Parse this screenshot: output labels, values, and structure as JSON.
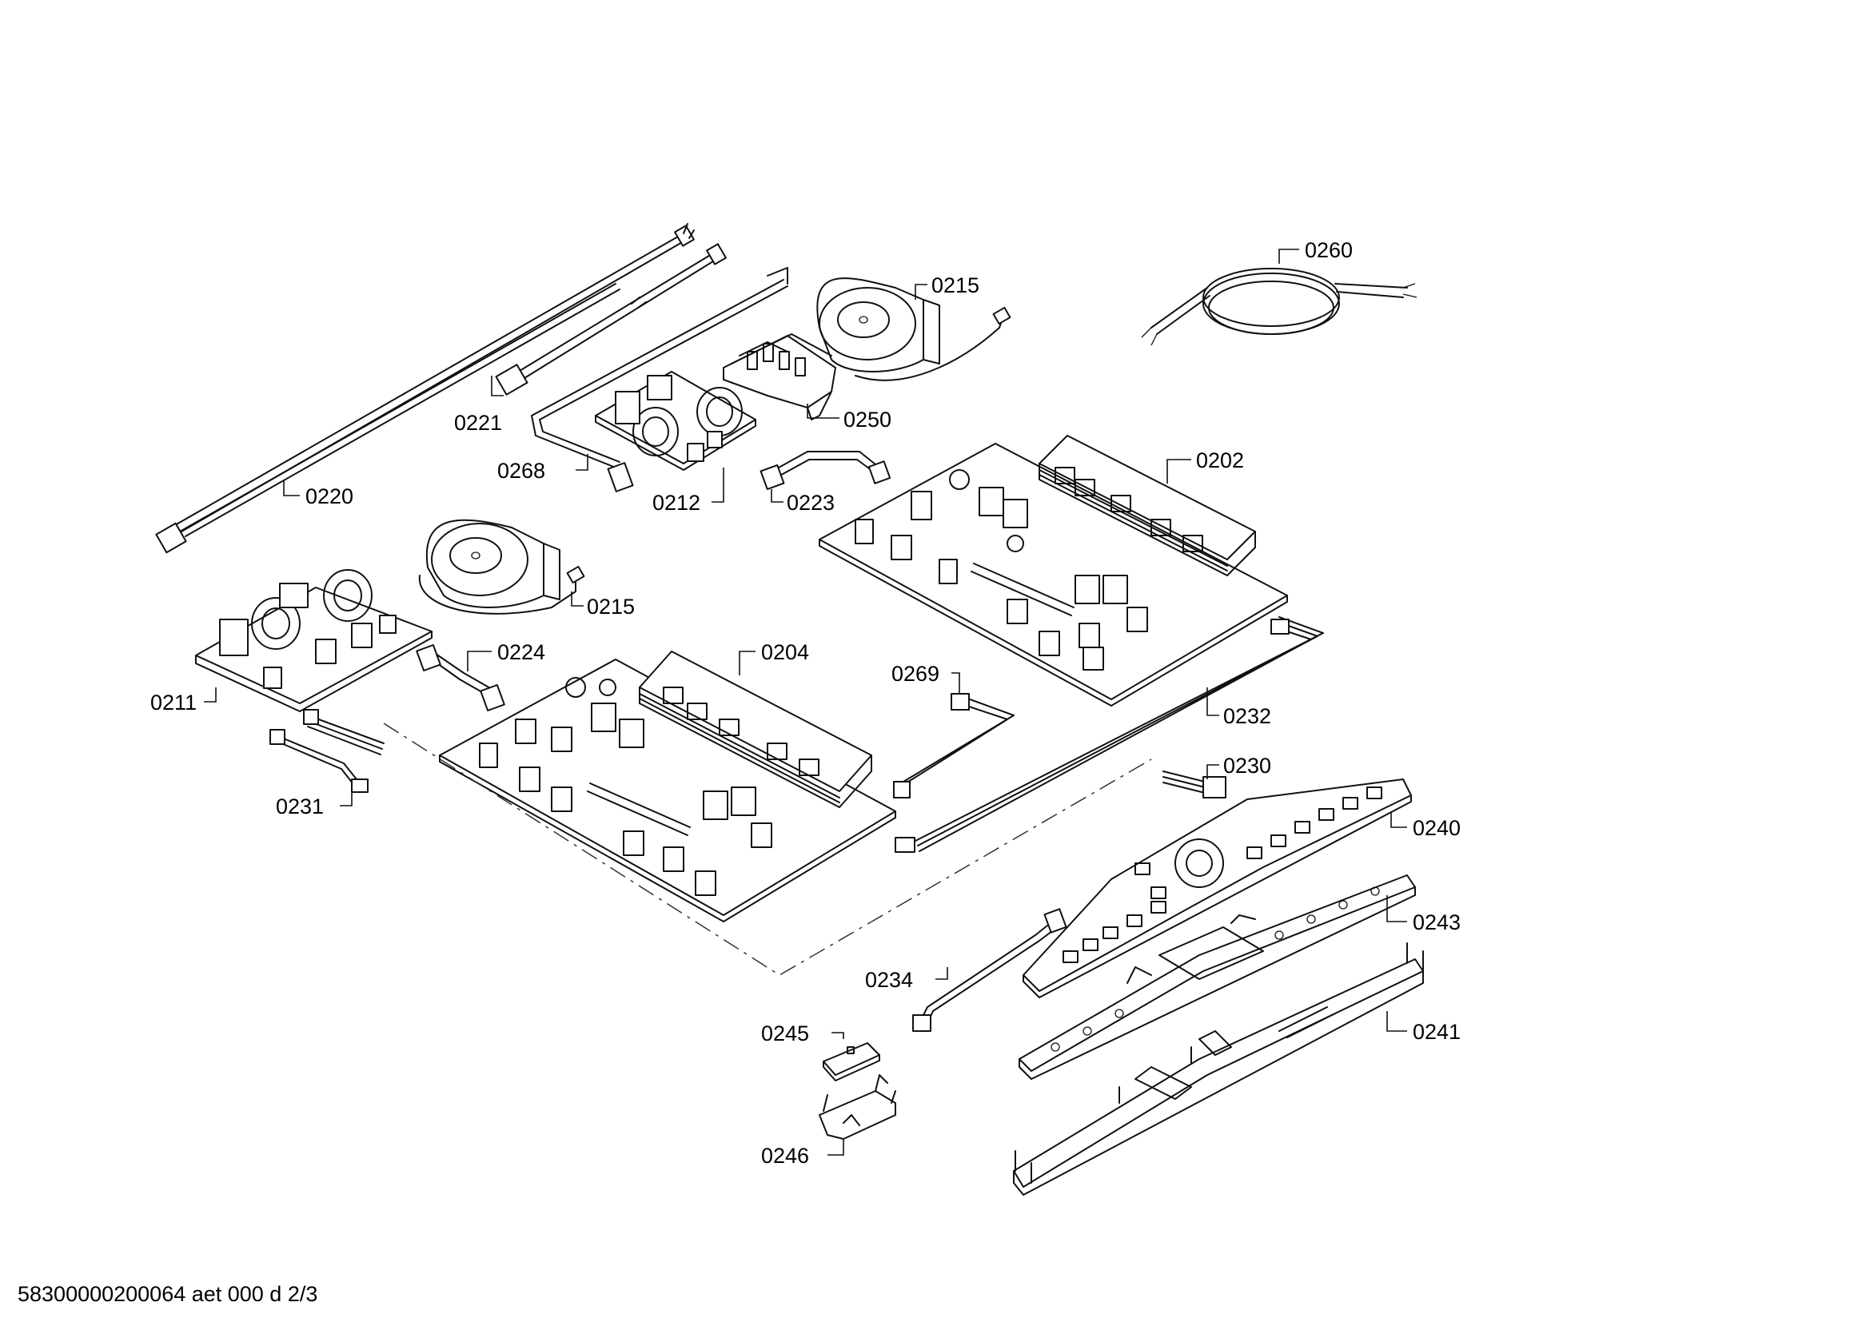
{
  "document_id": "58300000200064 aet 000 d 2/3",
  "parts": [
    {
      "id": "p0260",
      "label": "0260"
    },
    {
      "id": "p0215a",
      "label": "0215"
    },
    {
      "id": "p0221",
      "label": "0221"
    },
    {
      "id": "p0250",
      "label": "0250"
    },
    {
      "id": "p0268",
      "label": "0268"
    },
    {
      "id": "p0212",
      "label": "0212"
    },
    {
      "id": "p0223",
      "label": "0223"
    },
    {
      "id": "p0202",
      "label": "0202"
    },
    {
      "id": "p0220",
      "label": "0220"
    },
    {
      "id": "p0215b",
      "label": "0215"
    },
    {
      "id": "p0224",
      "label": "0224"
    },
    {
      "id": "p0204",
      "label": "0204"
    },
    {
      "id": "p0211",
      "label": "0211"
    },
    {
      "id": "p0269",
      "label": "0269"
    },
    {
      "id": "p0232",
      "label": "0232"
    },
    {
      "id": "p0231",
      "label": "0231"
    },
    {
      "id": "p0230",
      "label": "0230"
    },
    {
      "id": "p0240",
      "label": "0240"
    },
    {
      "id": "p0243",
      "label": "0243"
    },
    {
      "id": "p0234",
      "label": "0234"
    },
    {
      "id": "p0241",
      "label": "0241"
    },
    {
      "id": "p0245",
      "label": "0245"
    },
    {
      "id": "p0246",
      "label": "0246"
    }
  ]
}
